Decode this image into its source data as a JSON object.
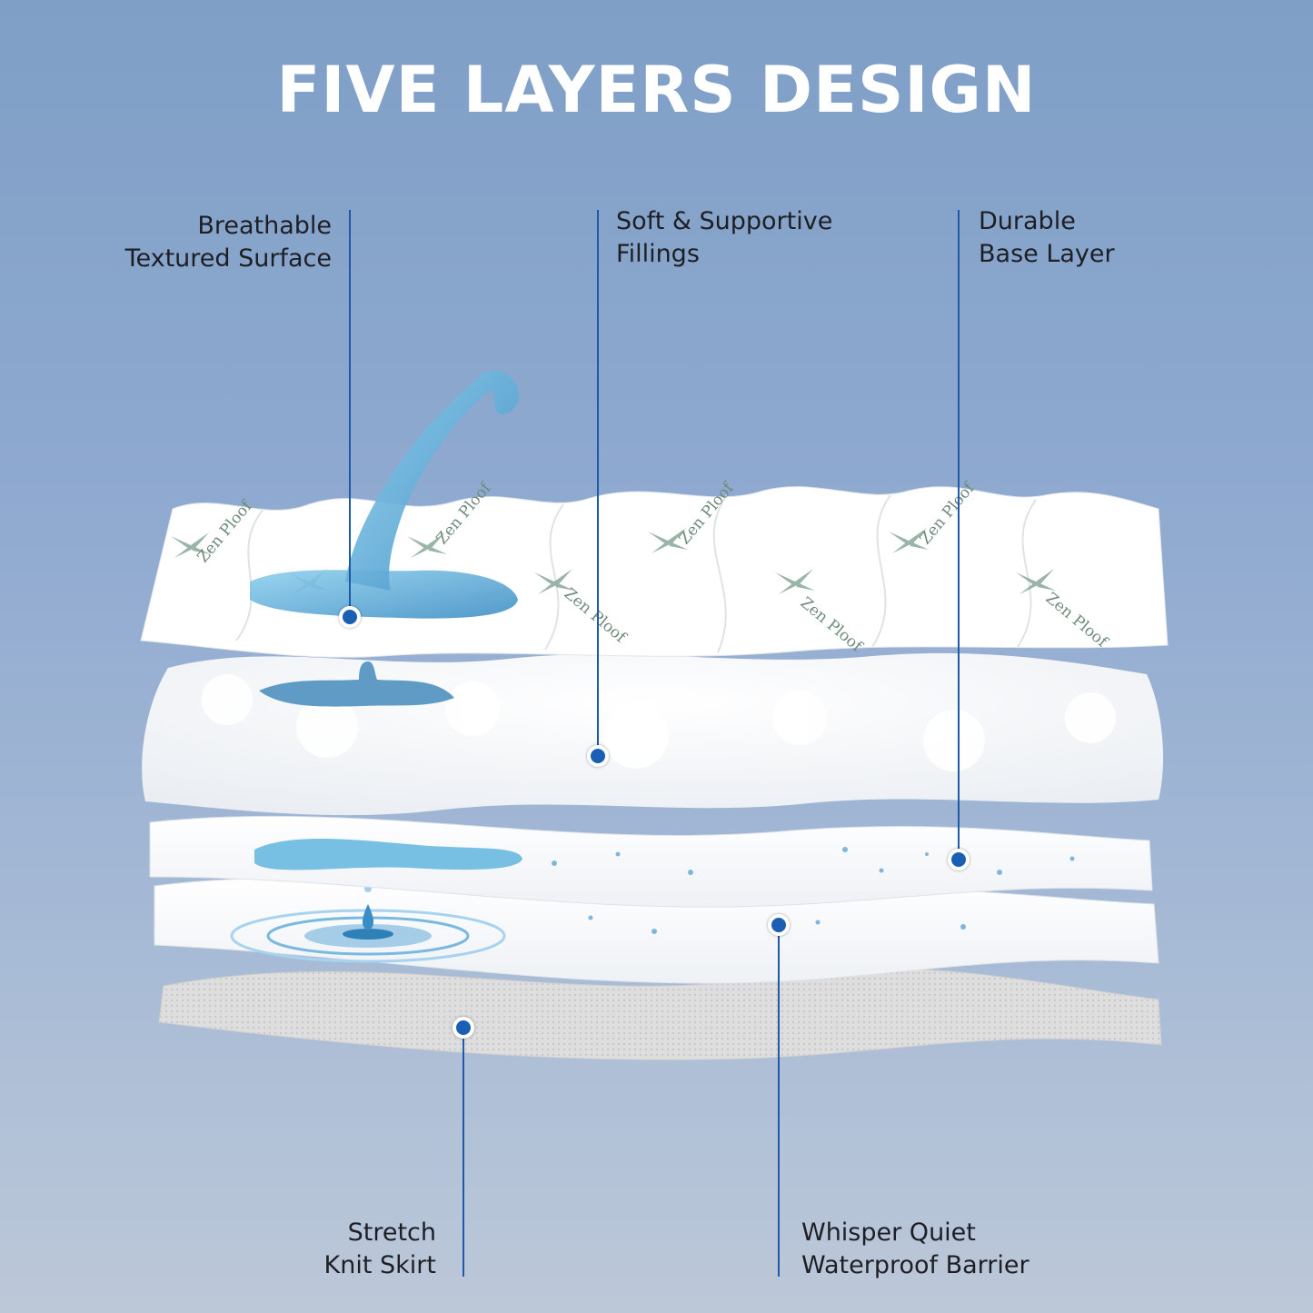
{
  "title": "FIVE LAYERS DESIGN",
  "brand_text": "Zen Ploof",
  "accent_color": "#1a5fb4",
  "labels": {
    "breathable": [
      "Breathable",
      "Textured Surface"
    ],
    "fillings": [
      "Soft & Supportive",
      "Fillings"
    ],
    "base": [
      "Durable",
      "Base Layer"
    ],
    "skirt": [
      "Stretch",
      "Knit Skirt"
    ],
    "barrier": [
      "Whisper Quiet",
      "Waterproof Barrier"
    ]
  },
  "icons": [
    "water-splash-icon",
    "water-droplet-icon",
    "bamboo-leaf-icon"
  ]
}
